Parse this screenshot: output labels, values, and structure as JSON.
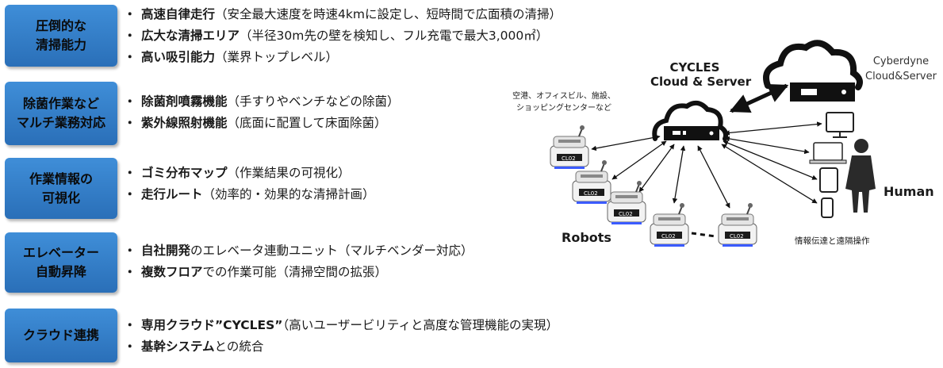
{
  "features": [
    {
      "box_lines": [
        "圧倒的な",
        "清掃能力"
      ],
      "items": [
        {
          "bold": "高速自律走行",
          "rest": "（安全最大速度を時速4kmに設定し、短時間で広面積の清掃）"
        },
        {
          "bold": "広大な清掃エリア",
          "rest": "（半径30m先の壁を検知し、フル充電で最大3,000㎡）"
        },
        {
          "bold": "高い吸引能力",
          "rest": "（業界トップレベル）"
        }
      ]
    },
    {
      "box_lines": [
        "除菌作業など",
        "マルチ業務対応"
      ],
      "items": [
        {
          "bold": "除菌剤噴霧機能",
          "rest": "（手すりやベンチなどの除菌）"
        },
        {
          "bold": "紫外線照射機能",
          "rest": "（底面に配置して床面除菌）"
        }
      ]
    },
    {
      "box_lines": [
        "作業情報の",
        "可視化"
      ],
      "items": [
        {
          "bold": "ゴミ分布マップ",
          "rest": "（作業結果の可視化）"
        },
        {
          "bold": "走行ルート",
          "rest": "（効率的・効果的な清掃計画）"
        }
      ]
    },
    {
      "box_lines": [
        "エレベーター",
        "自動昇降"
      ],
      "items": [
        {
          "bold": "自社開発",
          "rest": "のエレベータ連動ユニット（マルチベンダー対応）"
        },
        {
          "bold": "複数フロア",
          "rest": "での作業可能（清掃空間の拡張）"
        }
      ]
    },
    {
      "box_lines": [
        "クラウド連携"
      ],
      "items": [
        {
          "bold": "専用クラウド”CYCLES”",
          "rest": "（高いユーザービリティと高度な管理機能の実現）"
        },
        {
          "bold": "基幹システム",
          "rest": "との統合"
        }
      ]
    }
  ],
  "bullet_symbol": "・",
  "diagram": {
    "cycles_title_1": "CYCLES",
    "cycles_title_2": "Cloud & Server",
    "cyberdyne_1": "Cyberdyne",
    "cyberdyne_2": "Cloud&Server",
    "venues_1": "空港、オフィスビル、施設、",
    "venues_2": "ショッピングセンターなど",
    "robots_label": "Robots",
    "human_label": "Human",
    "human_caption": "情報伝達と遠隔操作",
    "robot_tag": "CL02"
  },
  "colors": {
    "box_blue": "#3a87d4",
    "robot_led": "#3b5bff",
    "cloud_stroke": "#111111"
  }
}
